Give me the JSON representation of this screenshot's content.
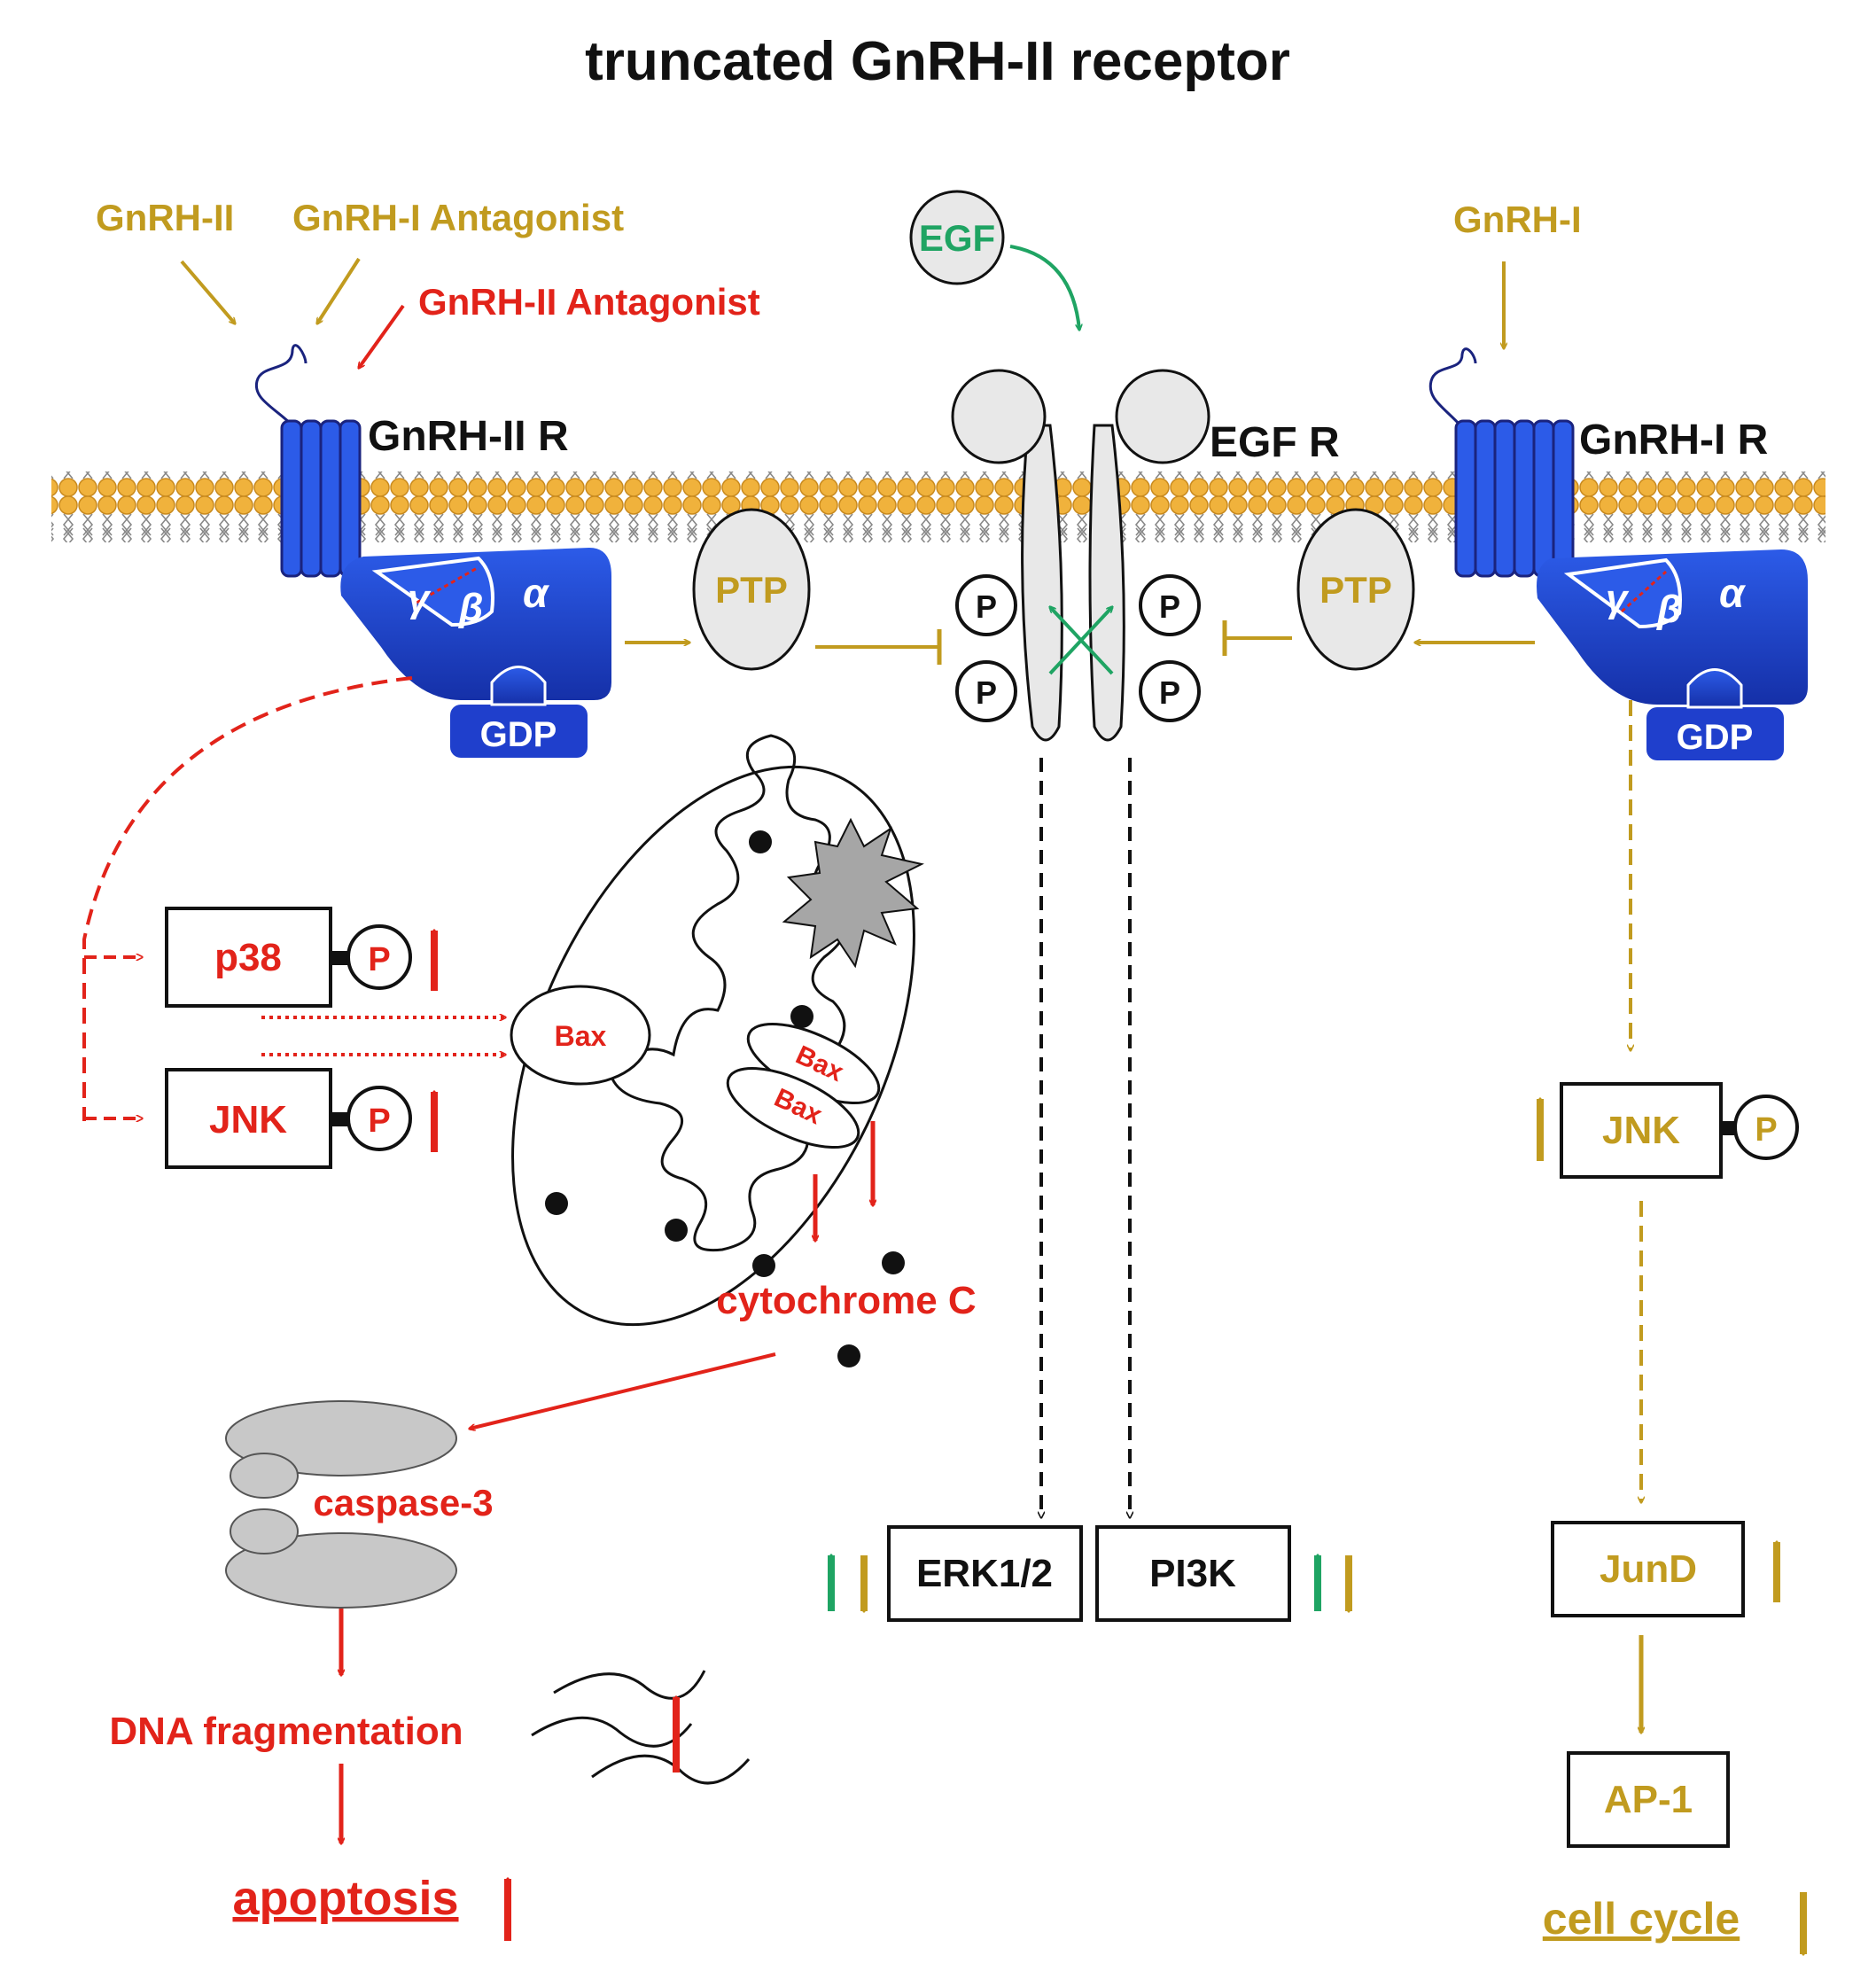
{
  "title": "truncated GnRH-II receptor",
  "labels": {
    "gnrh2": "GnRH-II",
    "gnrh1_antagonist": "GnRH-I Antagonist",
    "gnrh2_antagonist": "GnRH-II Antagonist",
    "gnrh2_receptor": "GnRH-II R",
    "egf": "EGF",
    "egf_receptor": "EGF R",
    "gnrh1": "GnRH-I",
    "gnrh1_receptor": "GnRH-I R",
    "ptp": "PTP",
    "phospho": "P",
    "gdp": "GDP",
    "alpha": "α",
    "beta": "β",
    "gamma": "γ",
    "p38": "p38",
    "jnk": "JNK",
    "bax": "Bax",
    "cytochrome_c": "cytochrome C",
    "caspase3": "caspase-3",
    "dna_fragmentation": "DNA fragmentation",
    "apoptosis": "apoptosis",
    "erk": "ERK1/2",
    "pi3k": "PI3K",
    "jund": "JunD",
    "ap1": "AP-1",
    "cell_cycle": "cell cycle"
  },
  "colors": {
    "gold": "#c19b1f",
    "red": "#e2231a",
    "green": "#1fa463",
    "blue": "#1f3fcc",
    "membrane": "#f0b23c",
    "grey": "#cfcfcf"
  }
}
